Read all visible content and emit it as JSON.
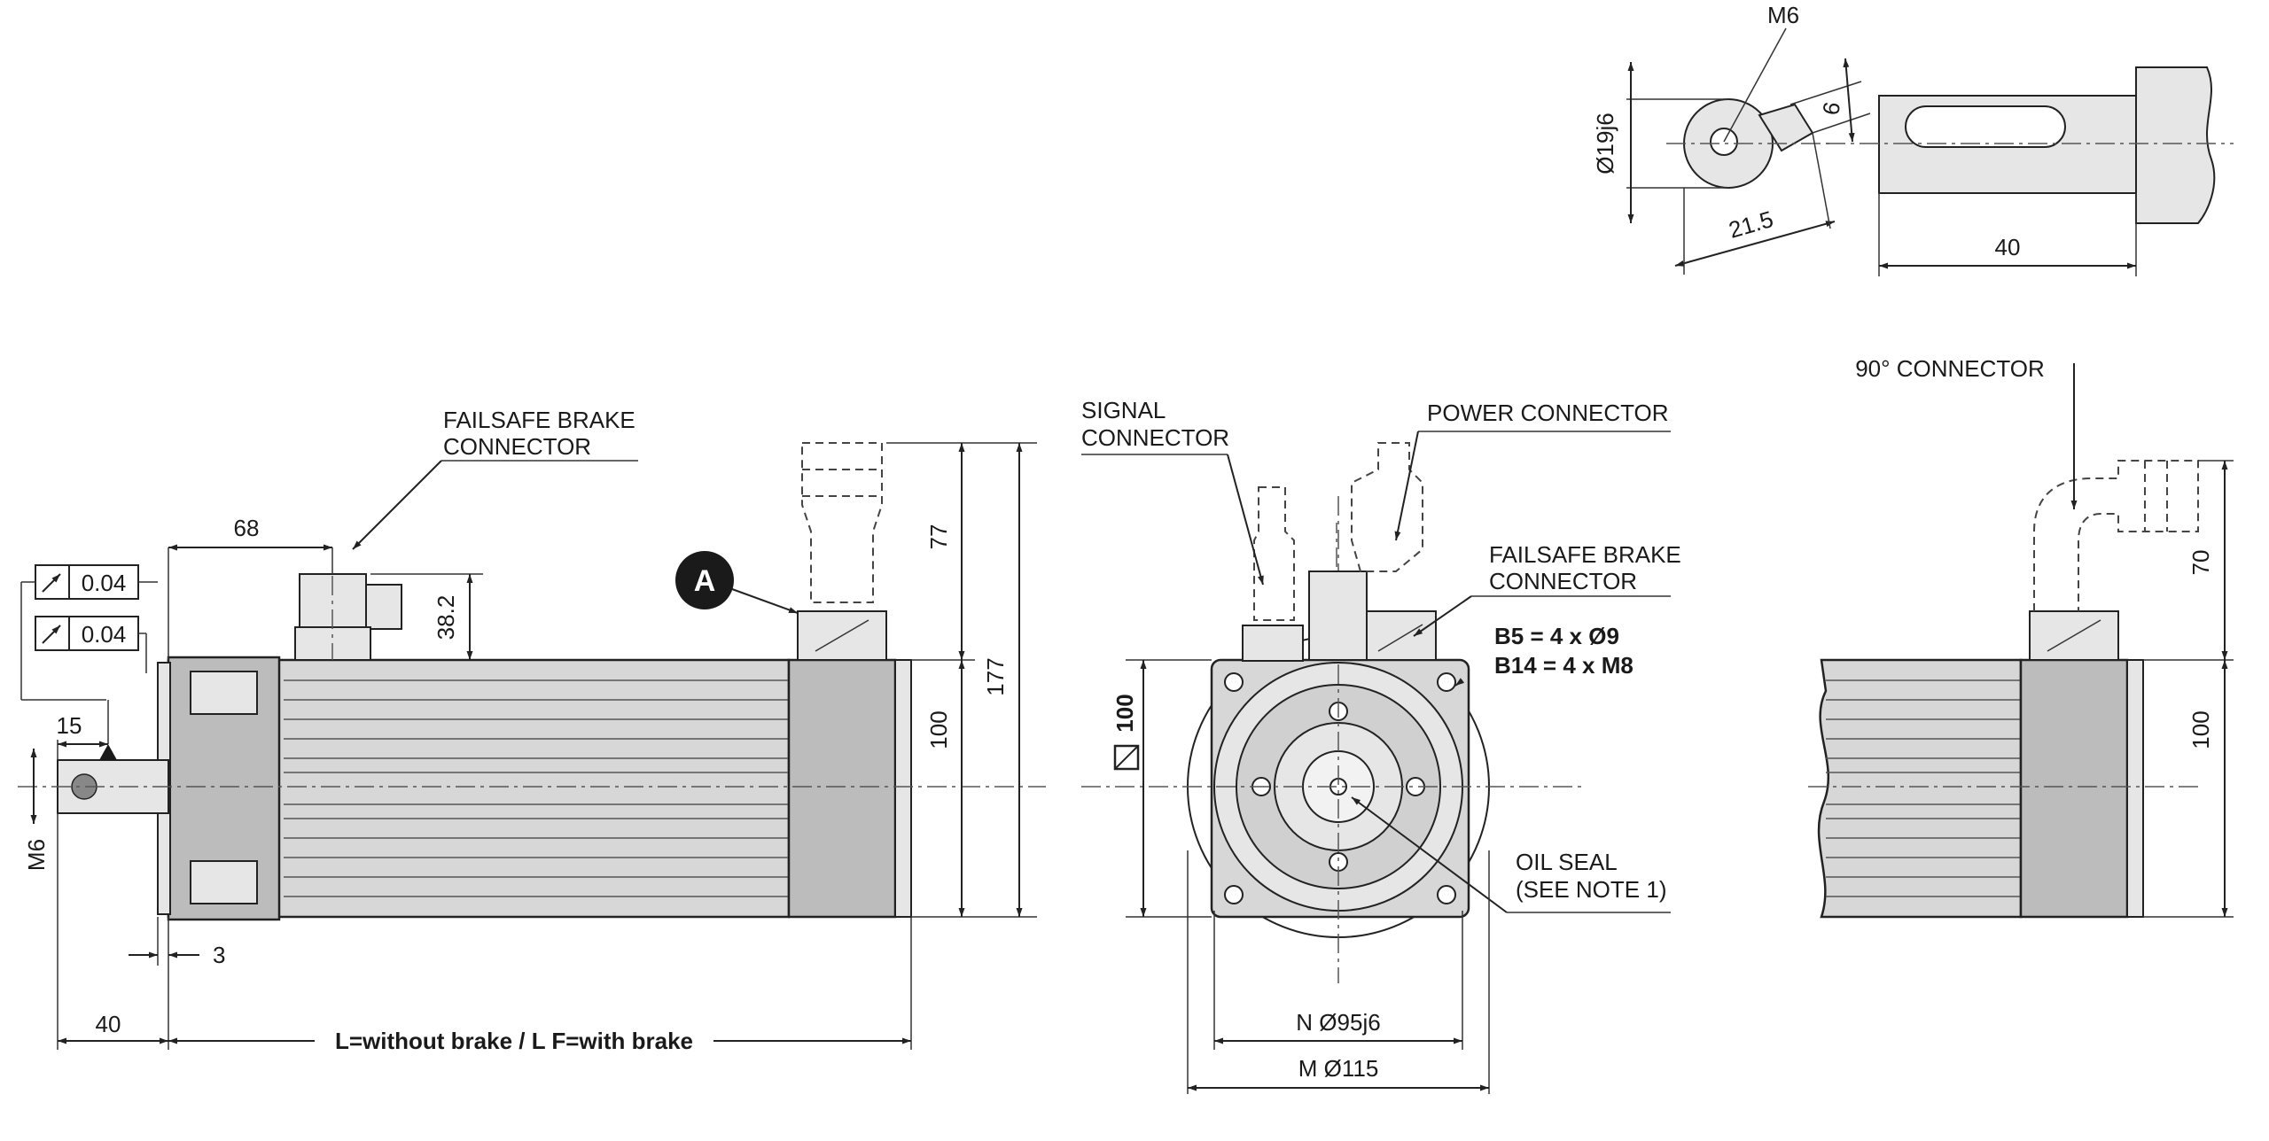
{
  "labels": {
    "m6_top": "M6",
    "dia19": "Ø19j6",
    "key6": "6",
    "d215": "21.5",
    "d40_top": "40",
    "conn90": "90° CONNECTOR",
    "brake1_l1": "FAILSAFE BRAKE",
    "brake1_l2": "CONNECTOR",
    "d68": "68",
    "d382": "38.2",
    "tol1": "0.04",
    "tol2": "0.04",
    "d15": "15",
    "m6_side": "M6",
    "d3": "3",
    "d40_bot": "40",
    "length": "L=without brake / L F=with brake",
    "marker_a": "A",
    "d77": "77",
    "d100_side": "100",
    "d177": "177",
    "sig_l1": "SIGNAL",
    "sig_l2": "CONNECTOR",
    "power": "POWER CONNECTOR",
    "brake2_l1": "FAILSAFE BRAKE",
    "brake2_l2": "CONNECTOR",
    "b5": "B5 = 4 x Ø9",
    "b14": "B14 = 4 x M8",
    "sq100": "100",
    "oil_l1": "OIL SEAL",
    "oil_l2": "(SEE NOTE 1)",
    "n95": "N Ø95j6",
    "m115": "M Ø115",
    "d70": "70",
    "d100_right": "100"
  }
}
